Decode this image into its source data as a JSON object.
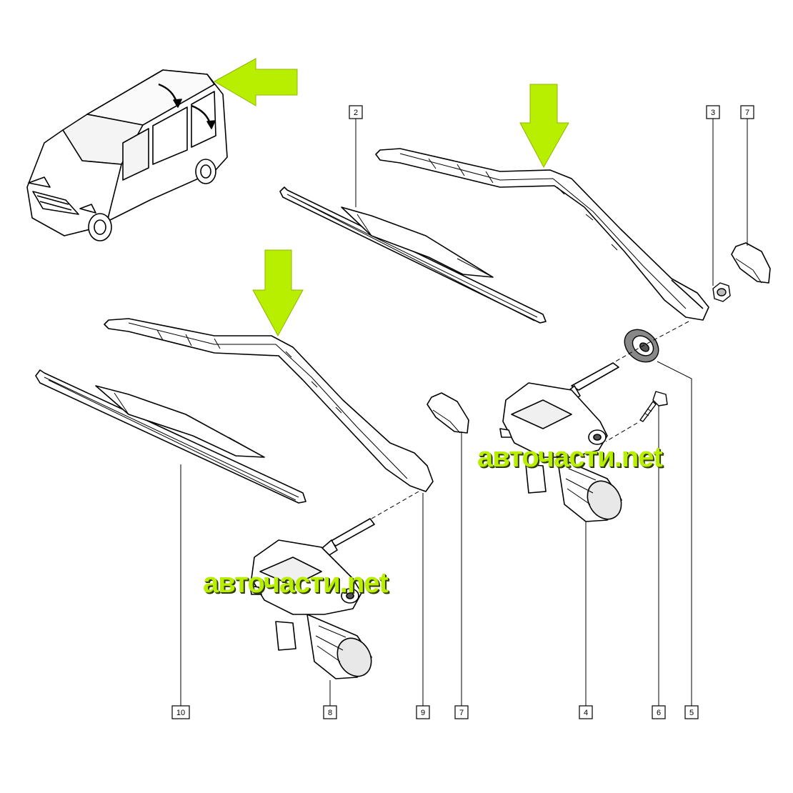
{
  "callouts": {
    "c2": "2",
    "c3": "3",
    "c7a": "7",
    "c10": "10",
    "c8": "8",
    "c9": "9",
    "c7b": "7",
    "c4": "4",
    "c6": "6",
    "c5": "5"
  },
  "watermarks": [
    "авточасти.net",
    "авточасти.net"
  ],
  "colors": {
    "arrow": "#b8ee00",
    "line": "#000000",
    "part_fill": "#ffffff",
    "shade": "#bfbfbf"
  },
  "icons": [
    "van-icon",
    "arrow-left-icon",
    "arrow-down-icon",
    "arrow-down-icon"
  ]
}
